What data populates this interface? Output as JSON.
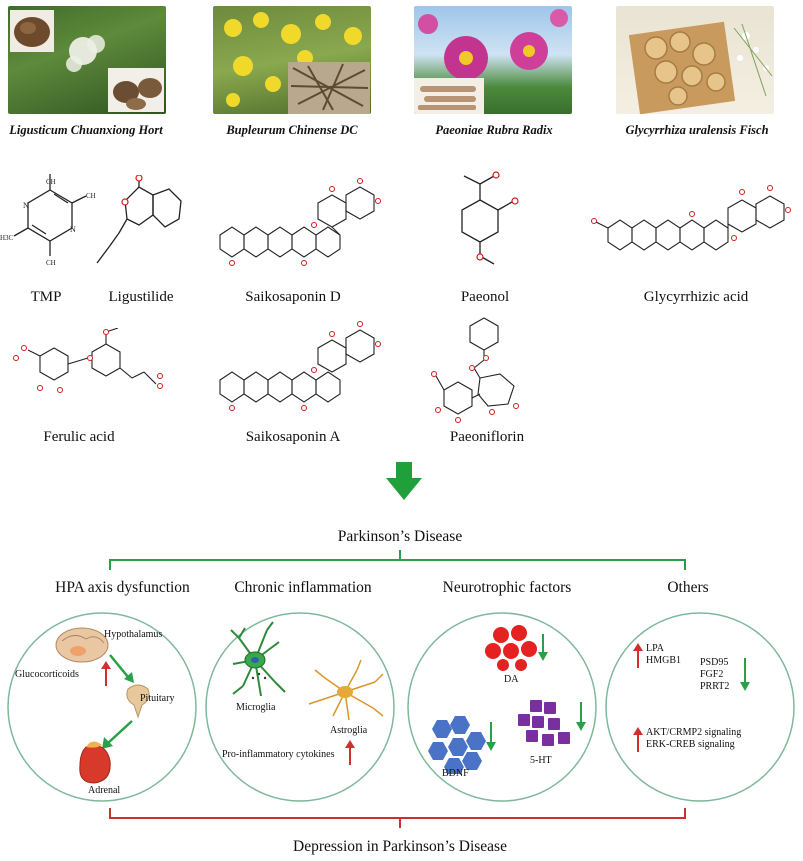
{
  "herbs": [
    {
      "name": "Ligusticum Chuanxiong Hort"
    },
    {
      "name": "Bupleurum Chinense DC"
    },
    {
      "name": "Paeoniae Rubra Radix"
    },
    {
      "name": "Glycyrrhiza uralensis Fisch"
    }
  ],
  "compounds": {
    "tmp": "TMP",
    "ligustilide": "Ligustilide",
    "saikosaponin_d": "Saikosaponin D",
    "paeonol": "Paeonol",
    "glycyrrhizic_acid": "Glycyrrhizic acid",
    "ferulic_acid": "Ferulic acid",
    "saikosaponin_a": "Saikosaponin A",
    "paeoniflorin": "Paeoniflorin"
  },
  "atom_labels": {
    "ch3": "CH",
    "n": "N",
    "h3c": "H3C"
  },
  "disease_title": "Parkinson’s Disease",
  "bottom_title": "Depression in Parkinson’s Disease",
  "categories": {
    "hpa": "HPA axis dysfunction",
    "inflammation": "Chronic inflammation",
    "neurotrophic": "Neurotrophic factors",
    "others": "Others"
  },
  "hpa_panel": {
    "hypothalamus": "Hypothalamus",
    "pituitary": "Pituitary",
    "adrenal": "Adrenal",
    "glucocorticoids": "Glucocorticoids"
  },
  "inflammation_panel": {
    "microglia": "Microglia",
    "astroglia": "Astroglia",
    "cytokines": "Pro-inflammatory cytokines"
  },
  "neurotrophic_panel": {
    "da": "DA",
    "bdnf": "BDNF",
    "serotonin": "5-HT"
  },
  "others_panel": {
    "up1": [
      "LPA",
      "HMGB1"
    ],
    "down": [
      "PSD95",
      "FGF2",
      "PRRT2"
    ],
    "up2": [
      "AKT/CRMP2 signaling",
      "ERK-CREB signaling"
    ]
  },
  "colors": {
    "green_arrow": "#1fa03a",
    "bracket_green": "#2a9d4a",
    "bracket_red": "#c8332f",
    "circle_stroke": "#7fb89a",
    "up_arrow": "#d0302c",
    "down_arrow": "#2aa04a",
    "da": "#e52222",
    "bdnf": "#4a73c7",
    "serotonin": "#7a2fa0",
    "oxygen": "#d01c1c"
  }
}
